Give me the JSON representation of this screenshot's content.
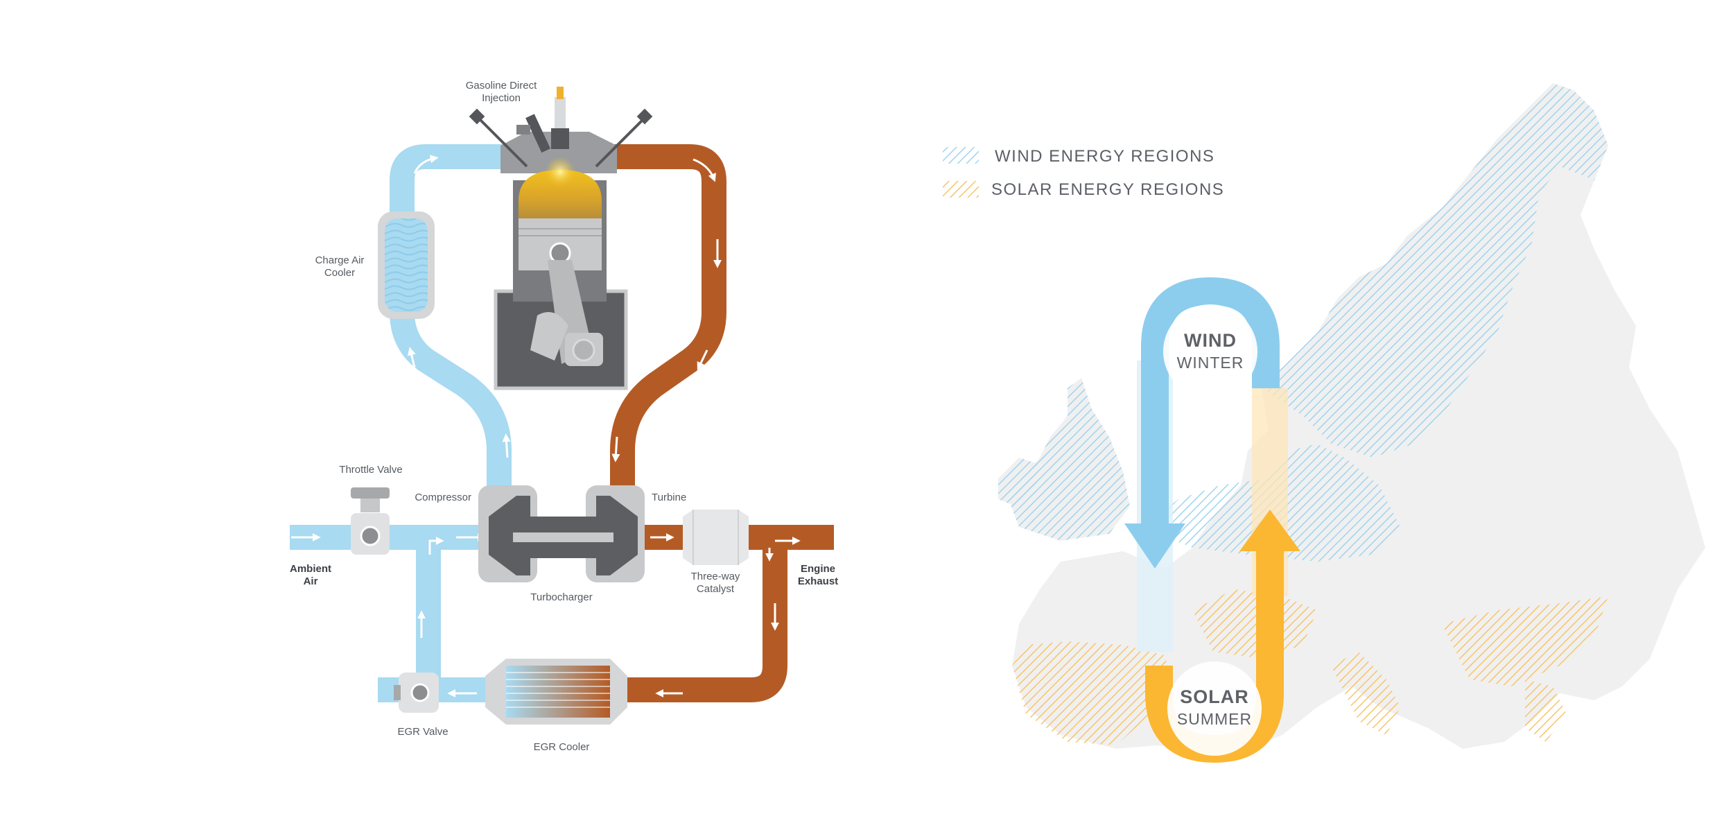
{
  "engine": {
    "labels": {
      "gdi": [
        "Gasoline Direct",
        "Injection"
      ],
      "charge_air_cooler": [
        "Charge Air",
        "Cooler"
      ],
      "throttle_valve": "Throttle Valve",
      "compressor": "Compressor",
      "turbine": "Turbine",
      "ambient_air": [
        "Ambient",
        "Air"
      ],
      "turbocharger": "Turbocharger",
      "three_way_catalyst": [
        "Three-way",
        "Catalyst"
      ],
      "engine_exhaust": [
        "Engine",
        "Exhaust"
      ],
      "egr_valve": "EGR Valve",
      "egr_cooler": "EGR Cooler"
    }
  },
  "energy_map": {
    "legend": [
      {
        "label": "WIND ENERGY REGIONS",
        "color": "#9fd4ee"
      },
      {
        "label": "SOLAR ENERGY REGIONS",
        "color": "#f7c46a"
      }
    ],
    "wind": {
      "title": "WIND",
      "season": "WINTER",
      "color": "#8ccdee"
    },
    "solar": {
      "title": "SOLAR",
      "season": "SUMMER",
      "color": "#fbb732"
    }
  },
  "colors": {
    "cold_pipe": "#a8daf1",
    "hot_pipe": "#b45b25",
    "engine_dark": "#5d5e61",
    "engine_light": "#c8c9cb",
    "land": "#f0f0f0"
  }
}
